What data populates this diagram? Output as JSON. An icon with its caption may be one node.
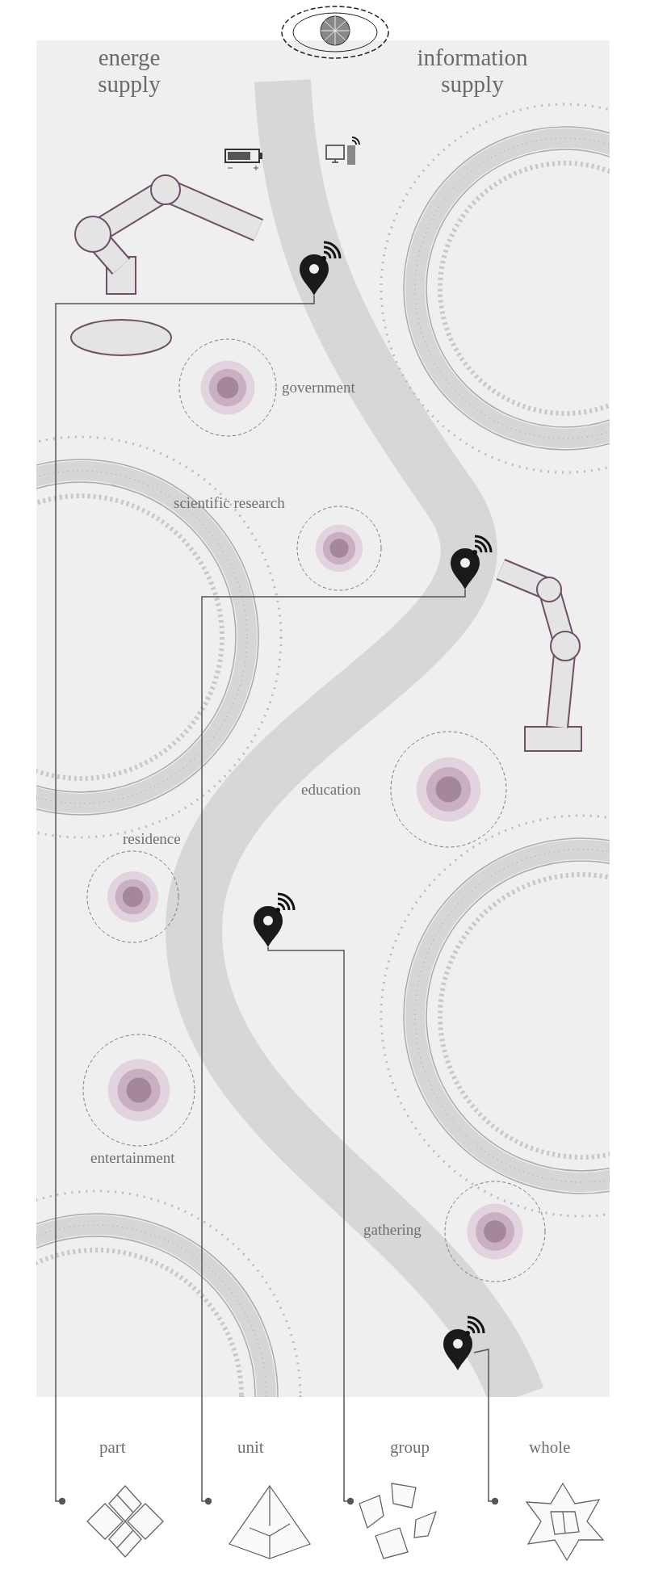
{
  "diagram": {
    "nodes": [
      {
        "text": [],
        "shape": "pin"
      },
      {
        "text": [
          "government"
        ]
      },
      {
        "text": [
          "scientific research"
        ]
      },
      {
        "text": [],
        "shape": "pin"
      },
      {
        "text": [
          "education"
        ]
      },
      {
        "text": [
          "residence"
        ]
      },
      {
        "text": [],
        "shape": "pin"
      },
      {
        "text": [
          "entertainment"
        ]
      },
      {
        "text": [
          "gathering"
        ]
      },
      {
        "text": [],
        "shape": "pin"
      },
      {
        "text": [
          "part"
        ]
      },
      {
        "text": [
          "unit"
        ]
      },
      {
        "text": [
          "group"
        ]
      },
      {
        "text": [
          "whole"
        ]
      }
    ],
    "edges": [
      {
        "from": 0,
        "to": 10,
        "arrow": "other"
      },
      {
        "from": 3,
        "to": 11,
        "arrow": "other"
      },
      {
        "from": 6,
        "to": 12,
        "arrow": "other"
      },
      {
        "from": 9,
        "to": 13,
        "arrow": "other"
      }
    ],
    "labels": [
      "energe supply",
      "information supply"
    ]
  }
}
